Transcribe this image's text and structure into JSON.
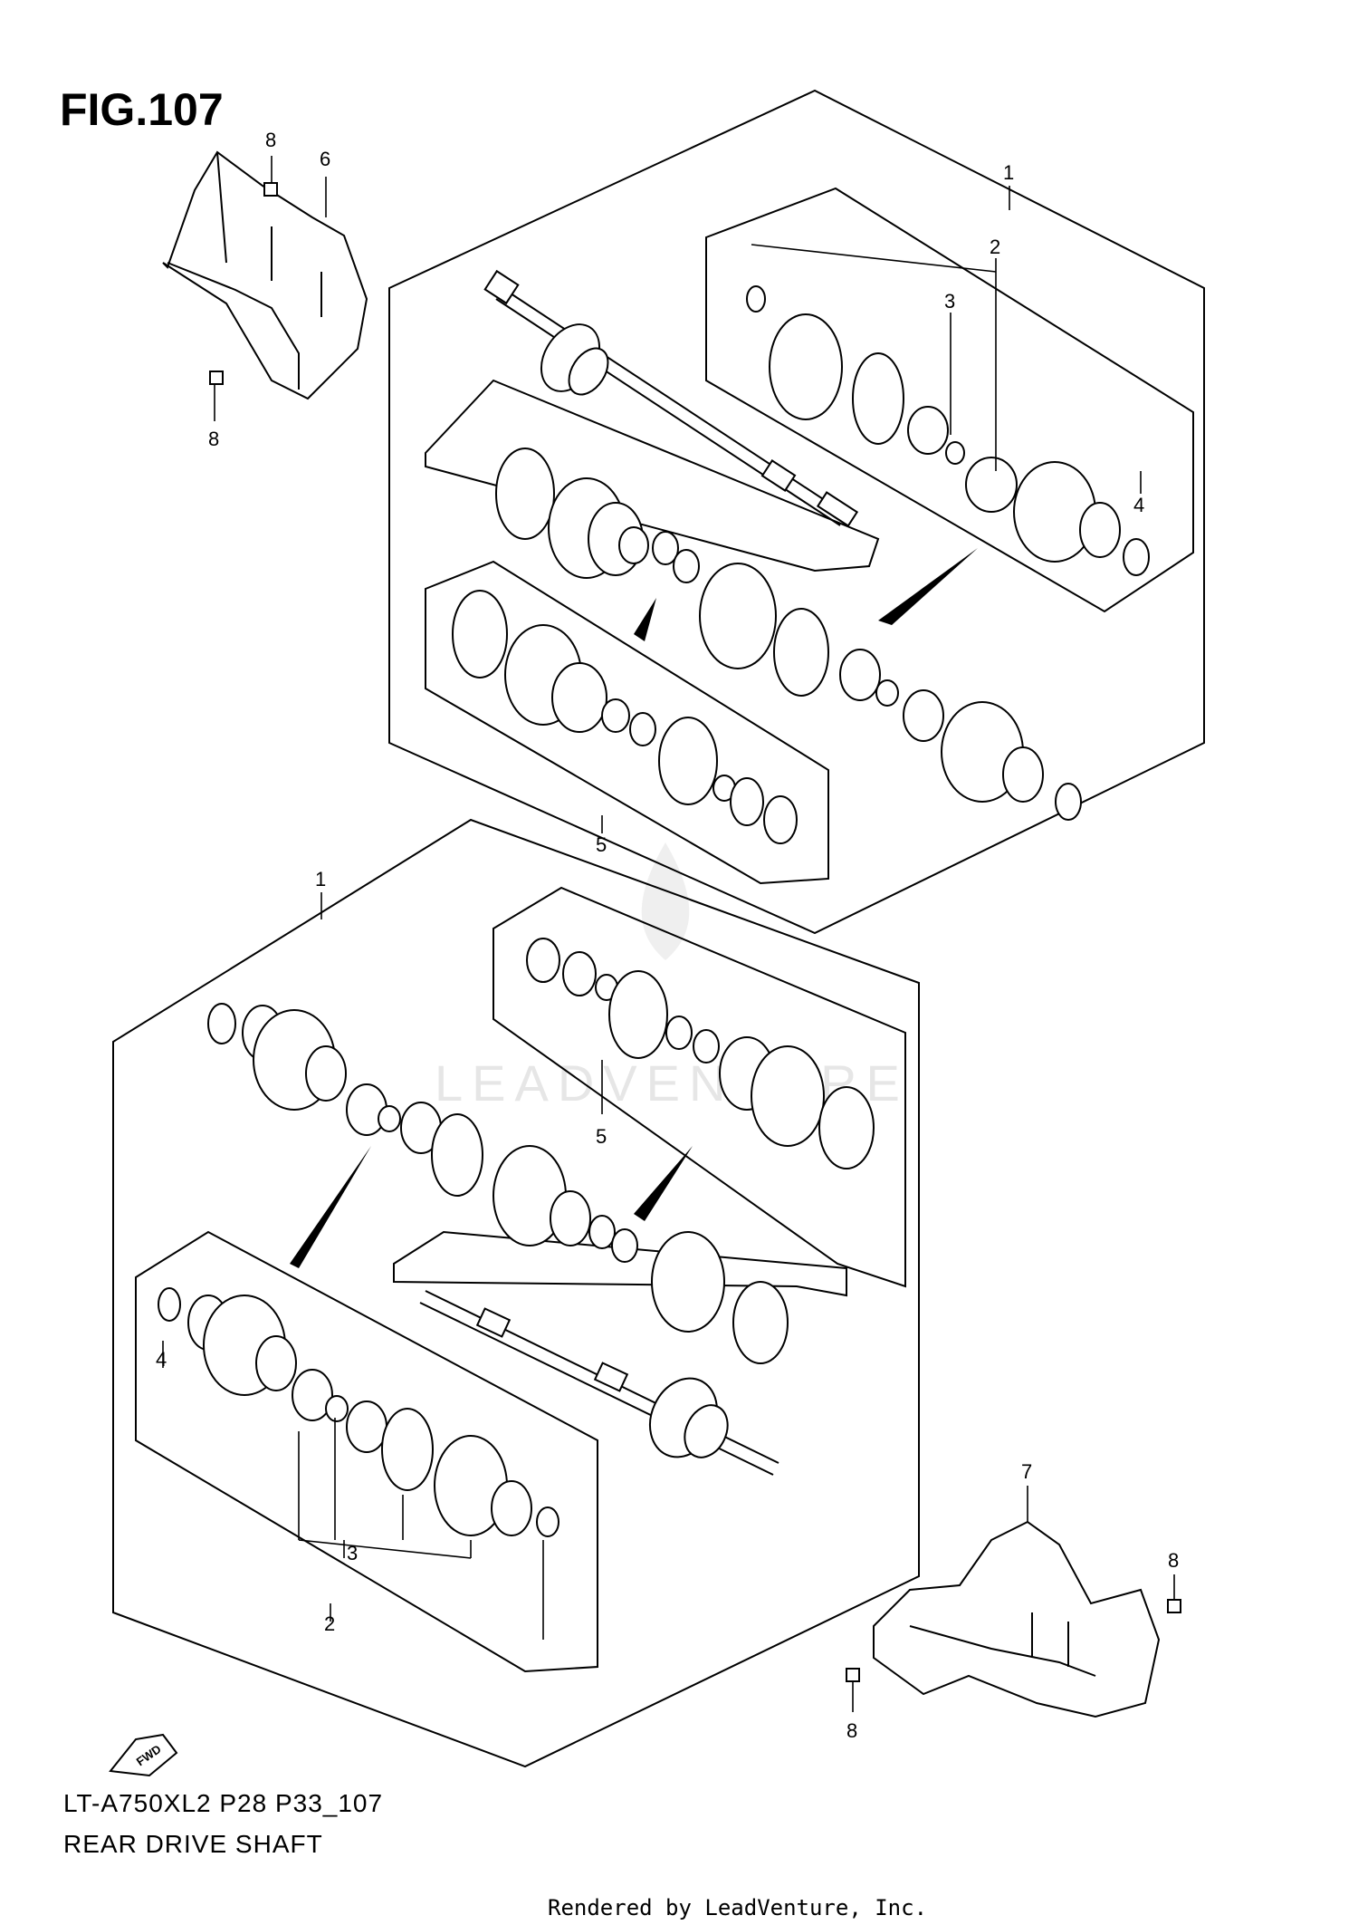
{
  "figure": {
    "title": "FIG.107",
    "model_code": "LT-A750XL2 P28 P33_107",
    "name": "REAR DRIVE SHAFT",
    "rendered_by": "Rendered by LeadVenture, Inc.",
    "watermark": "LEADVENTURE",
    "fwd_label": "FWD"
  },
  "callouts": {
    "upper_1": "1",
    "upper_2": "2",
    "upper_3": "3",
    "upper_4": "4",
    "upper_5": "5",
    "bracket6_label": "6",
    "bracket6_bolt_top": "8",
    "bracket6_bolt_bottom": "8",
    "lower_1": "1",
    "lower_2": "2",
    "lower_3": "3",
    "lower_4": "4",
    "lower_5": "5",
    "bracket7_label": "7",
    "bracket7_bolt_right": "8",
    "bracket7_bolt_left": "8"
  }
}
